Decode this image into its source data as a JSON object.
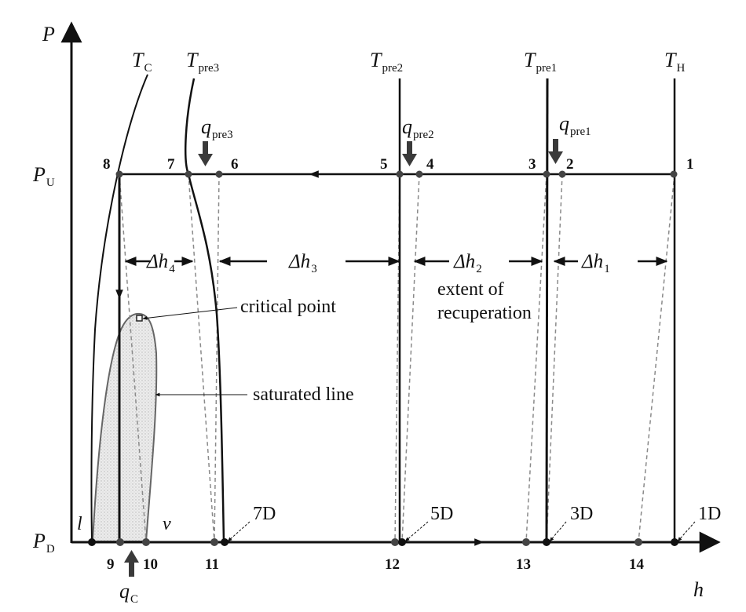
{
  "axes": {
    "y_symbol": "P",
    "x_symbol": "h",
    "p_upper": {
      "main": "P",
      "sub": "U"
    },
    "p_lower": {
      "main": "P",
      "sub": "D"
    }
  },
  "isotherms": [
    {
      "main": "T",
      "sub": "C"
    },
    {
      "main": "T",
      "sub": "pre3"
    },
    {
      "main": "T",
      "sub": "pre2"
    },
    {
      "main": "T",
      "sub": "pre1"
    },
    {
      "main": "T",
      "sub": "H"
    }
  ],
  "heat_flows": [
    {
      "main": "q",
      "sub": "pre3"
    },
    {
      "main": "q",
      "sub": "pre2"
    },
    {
      "main": "q",
      "sub": "pre1"
    },
    {
      "main": "q",
      "sub": "C"
    }
  ],
  "state_points": {
    "upper": [
      "8",
      "7",
      "6",
      "5",
      "4",
      "3",
      "2",
      "1"
    ],
    "lower": [
      "9",
      "10",
      "11",
      "12",
      "13",
      "14"
    ],
    "expansion": [
      "7D",
      "5D",
      "3D",
      "1D"
    ]
  },
  "phase_labels": {
    "liquid": "l",
    "vapor": "v"
  },
  "enthalpy_spans": [
    {
      "main": "Δh",
      "sub": "4"
    },
    {
      "main": "Δh",
      "sub": "3"
    },
    {
      "main": "Δh",
      "sub": "2"
    },
    {
      "main": "Δh",
      "sub": "1"
    }
  ],
  "annotations": {
    "recuperation_line1": "extent of",
    "recuperation_line2": "recuperation",
    "critical_point": "critical point",
    "saturated_line": "saturated line"
  },
  "colors": {
    "ink": "#111111",
    "dashed": "#8a8a8a",
    "dome_fill": "#e3e3e3",
    "arrow": "#3a3a3a"
  }
}
